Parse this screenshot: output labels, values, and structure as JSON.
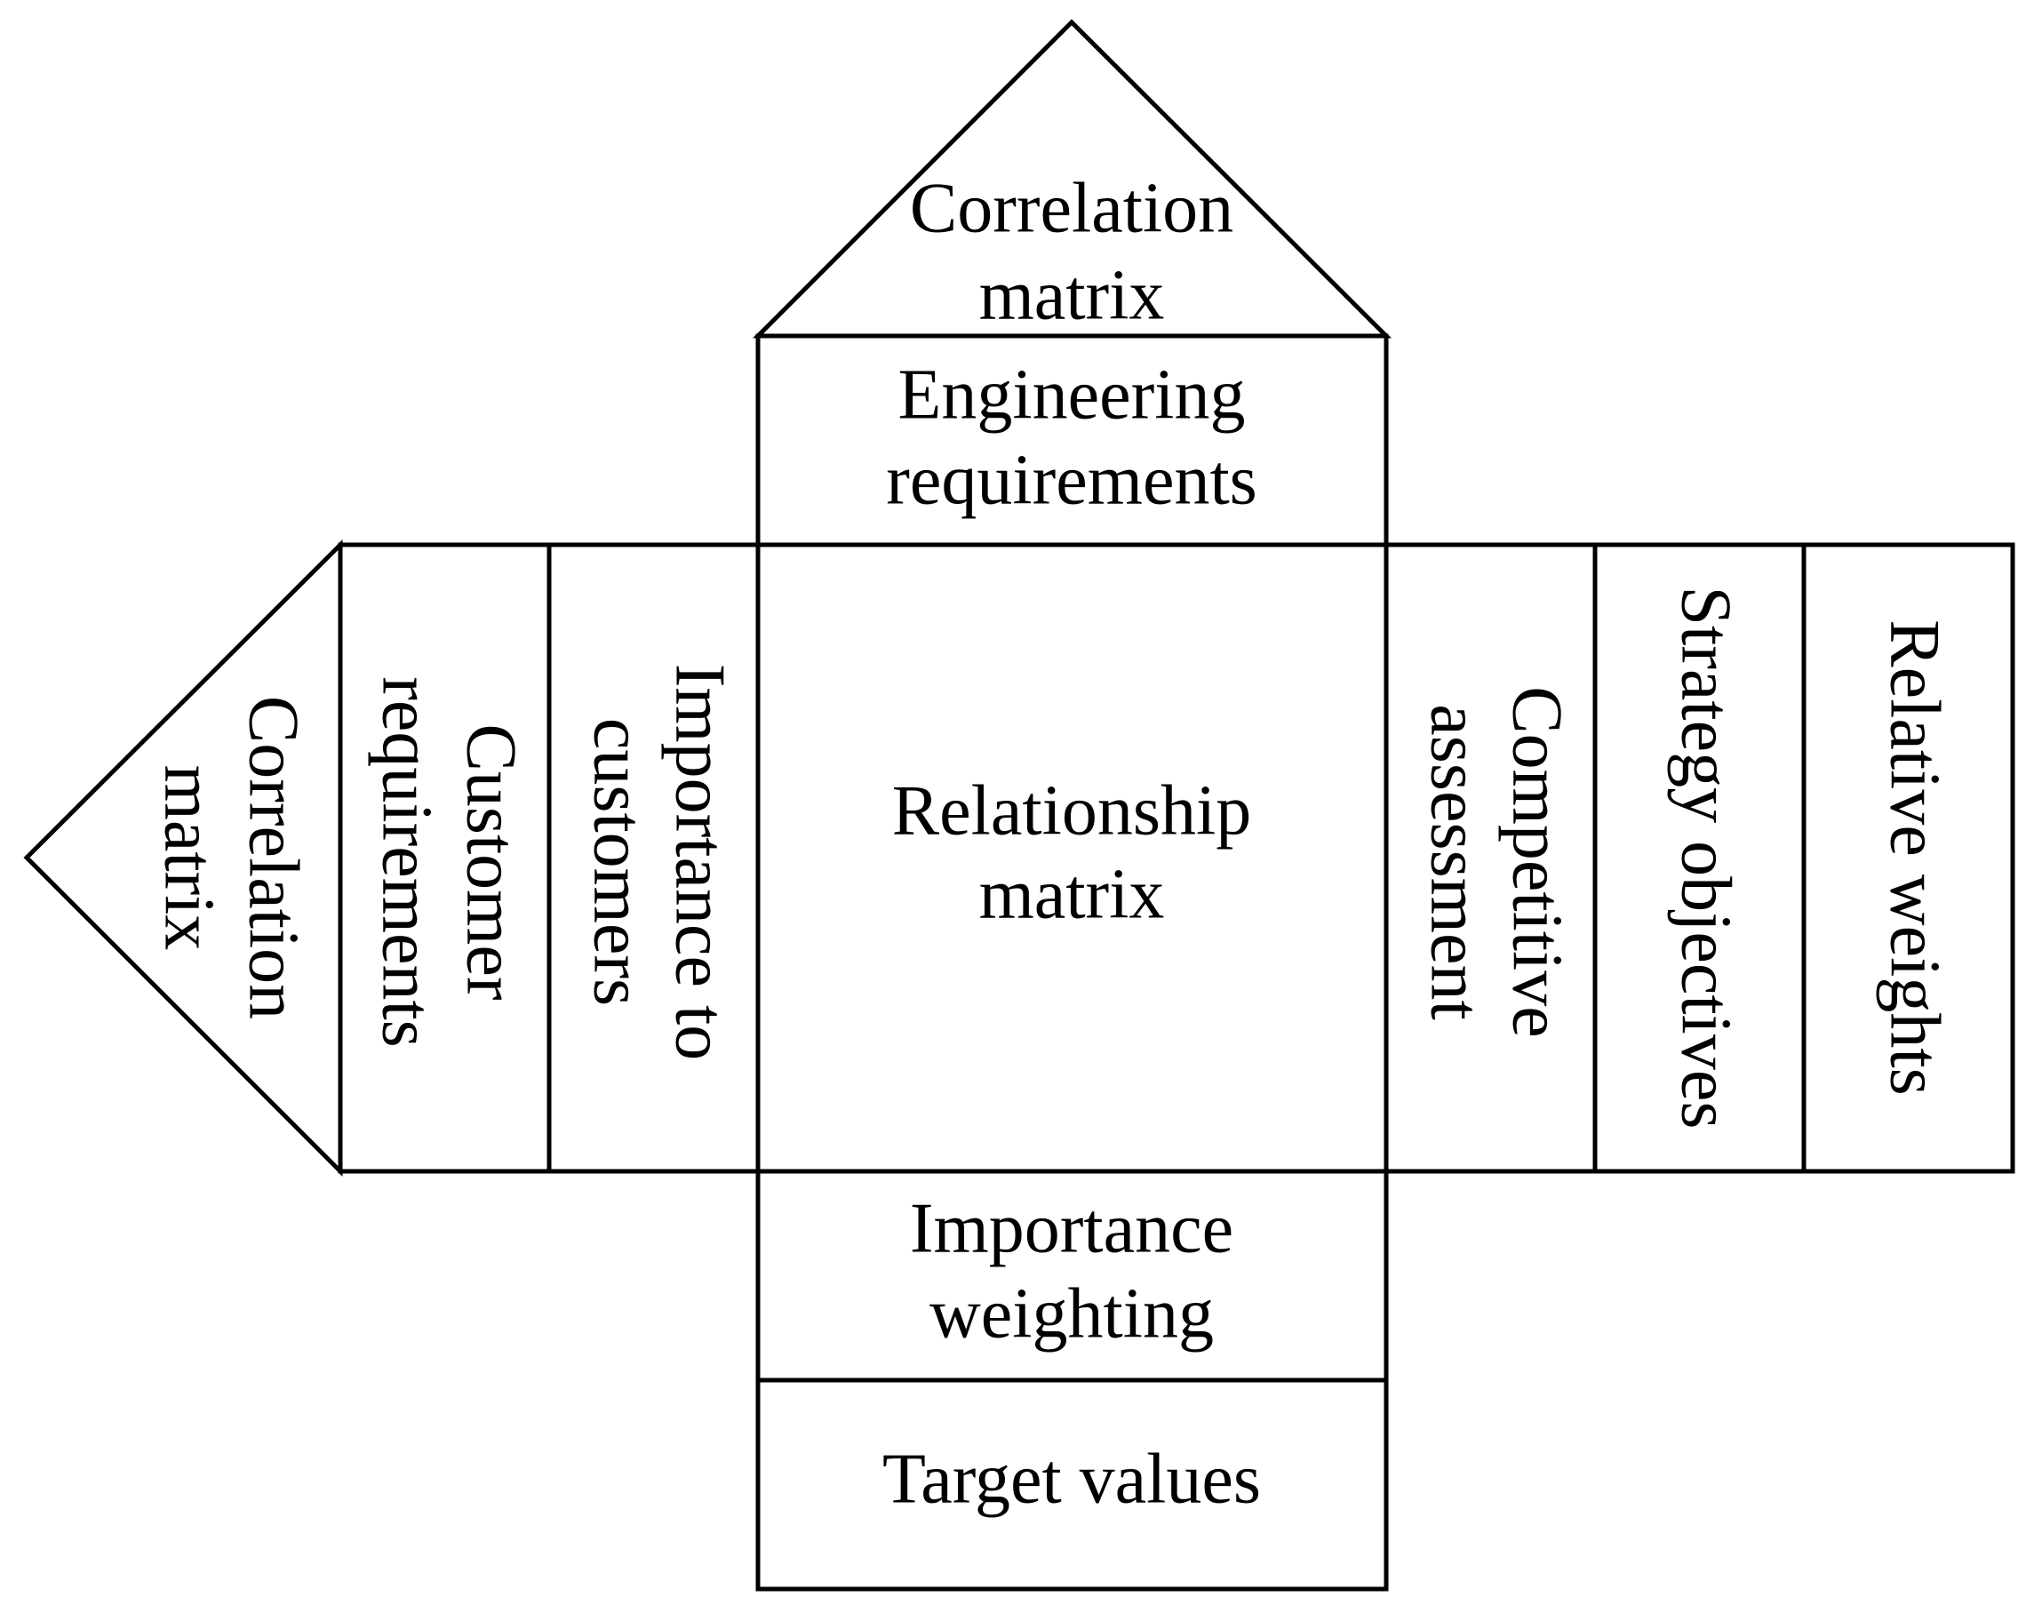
{
  "top_roof": {
    "line1": "Correlation",
    "line2": "matrix"
  },
  "engineering_requirements": {
    "line1": "Engineering",
    "line2": "requirements"
  },
  "left_roof": {
    "line1": "Correlation",
    "line2": "matrix"
  },
  "customer_requirements": {
    "line1": "Customer",
    "line2": "requirements"
  },
  "importance_to_customers": {
    "line1": "Importance to",
    "line2": "customers"
  },
  "relationship_matrix": {
    "line1": "Relationship",
    "line2": "matrix"
  },
  "competitive_assessment": {
    "line1": "Competitive",
    "line2": "assessment"
  },
  "strategy_objectives": {
    "line1": "Strategy objectives"
  },
  "relative_weights": {
    "line1": "Relative weights"
  },
  "importance_weighting": {
    "line1": "Importance",
    "line2": "weighting"
  },
  "target_values": {
    "line1": "Target values"
  }
}
